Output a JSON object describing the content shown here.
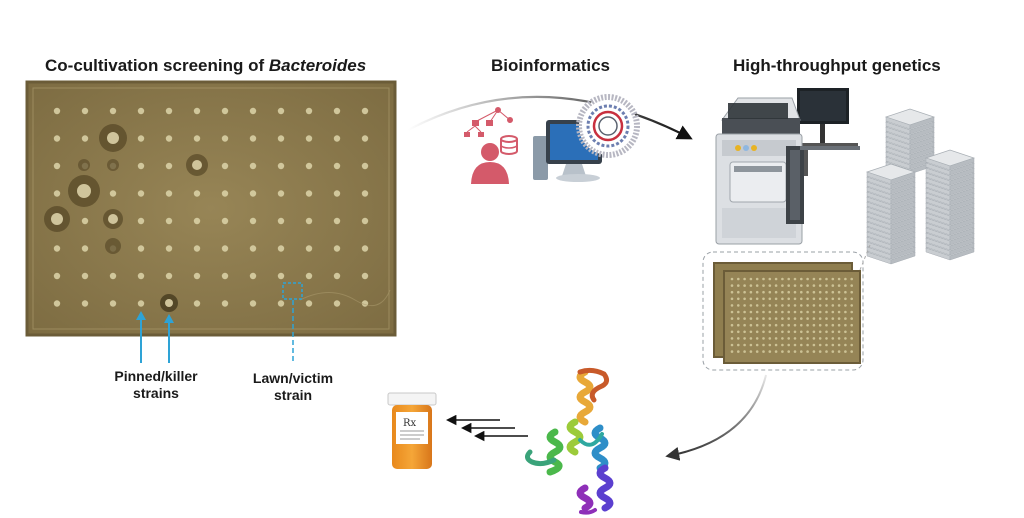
{
  "titles": {
    "screening_prefix": "Co-cultivation screening of ",
    "screening_genus": "Bacteroides",
    "bioinformatics": "Bioinformatics",
    "genetics": "High-throughput genetics"
  },
  "labels": {
    "pinned_line1": "Pinned/killer",
    "pinned_line2": "strains",
    "lawn_line1": "Lawn/victim",
    "lawn_line2": "strain"
  },
  "pill_bottle_text": "Rx",
  "colors": {
    "plate": "#8e7c4e",
    "plate_border": "#6b5c38",
    "colony": "#d8cfa4",
    "annotation": "#2ea3d6",
    "person": "#d45a6a"
  },
  "icons": [
    "network-icon",
    "person-icon",
    "database-icon",
    "computer-icon",
    "genome-map-icon",
    "robot-icon",
    "plate-stack-icon",
    "protein-icon",
    "pill-bottle-icon"
  ]
}
